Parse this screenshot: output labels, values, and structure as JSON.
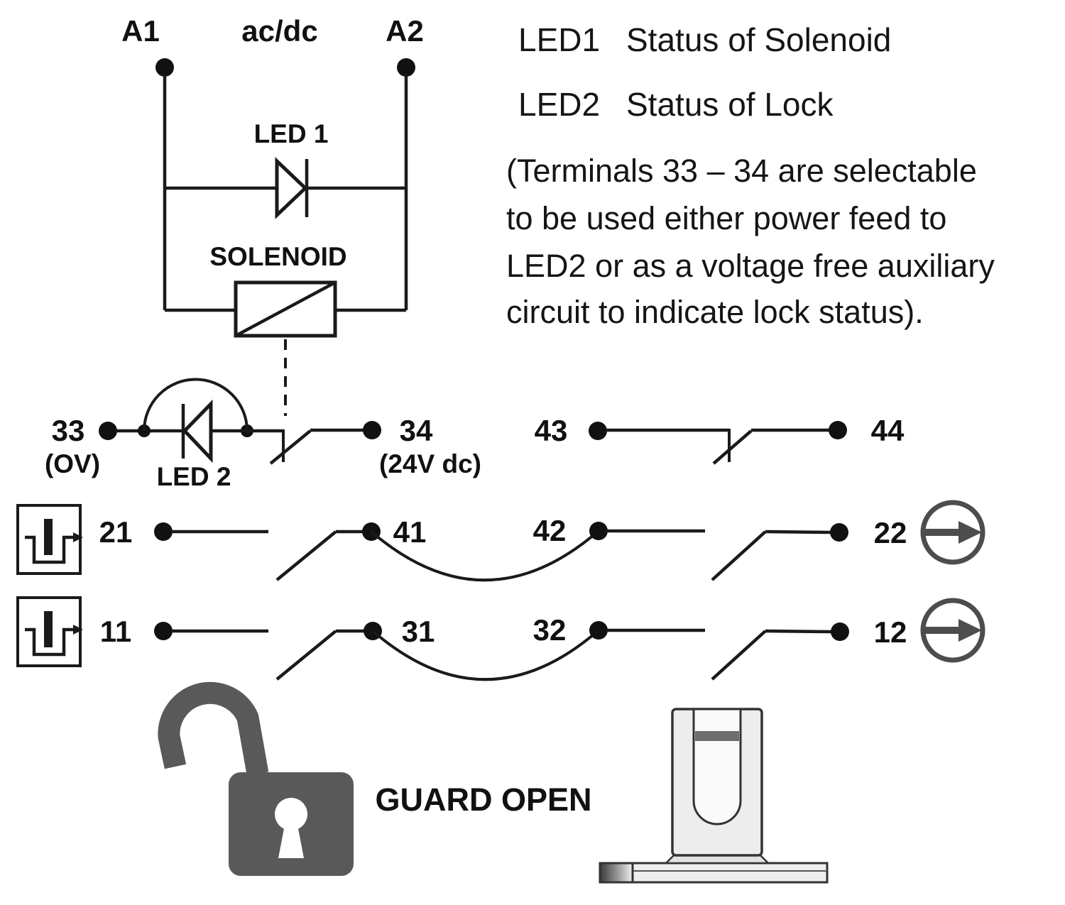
{
  "colors": {
    "line": "#1a1a1a",
    "padlock_gray": "#595959",
    "icon_gray": "#4d4d4d",
    "actuator_fill": "#ededed"
  },
  "solenoid_circuit": {
    "a1": "A1",
    "acdc": "ac/dc",
    "a2": "A2",
    "led1": "LED 1",
    "solenoid": "SOLENOID"
  },
  "lock_row": {
    "t33": "33",
    "ov": "(OV)",
    "led2": "LED 2",
    "t34": "34",
    "v24": "(24V dc)",
    "t43": "43",
    "t44": "44"
  },
  "contact_rows": [
    {
      "left": "21",
      "mid_left": "41",
      "mid_right": "42",
      "right": "22"
    },
    {
      "left": "11",
      "mid_left": "31",
      "mid_right": "32",
      "right": "12"
    }
  ],
  "legend": {
    "led1_label": "LED1",
    "led1_desc": "Status of Solenoid",
    "led2_label": "LED2",
    "led2_desc": "Status of Lock",
    "note_lines": [
      "(Terminals 33 – 34 are selectable",
      "to be used either power feed to",
      "LED2 or as a voltage free auxiliary",
      "circuit to indicate lock status)."
    ]
  },
  "footer": {
    "guard_open": "GUARD OPEN"
  }
}
